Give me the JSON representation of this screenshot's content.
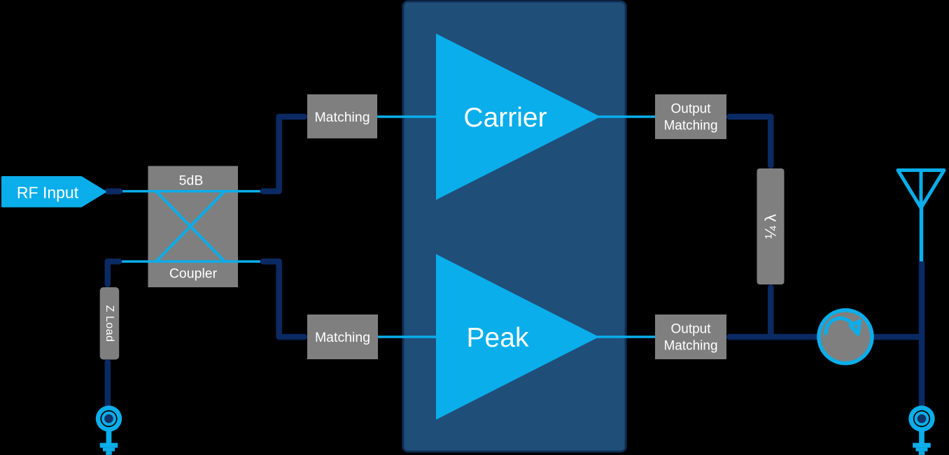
{
  "diagram_type": "block-diagram",
  "subject": "Doherty power amplifier RF signal chain",
  "colors": {
    "background": "#000000",
    "cyan": "#0aaeea",
    "navy": "#0b2a63",
    "panel_blue": "#1f4e79",
    "panel_edge": "#0f3055",
    "gray": "#7f7f7f",
    "ground_dot": "#123267",
    "label_text": "#ffffff"
  },
  "labels": {
    "rf_input": "RF Input",
    "coupler_value": "5dB",
    "coupler": "Coupler",
    "z_load": "Z Load",
    "matching_top": "Matching",
    "matching_bottom": "Matching",
    "carrier": "Carrier",
    "peak": "Peak",
    "output_matching_top": {
      "line1": "Output",
      "line2": "Matching"
    },
    "output_matching_bottom": {
      "line1": "Output",
      "line2": "Matching"
    },
    "quarter_wave": "¼ λ"
  },
  "blocks": [
    "RF Input",
    "5dB Coupler",
    "Z Load",
    "Matching (carrier branch)",
    "Carrier amplifier",
    "Output Matching (carrier branch)",
    "Quarter-wave line (¼ λ)",
    "Matching (peak branch)",
    "Peak amplifier",
    "Output Matching (peak branch)",
    "Circulator",
    "Antenna",
    "Ground (Z load)",
    "Ground (antenna)"
  ]
}
